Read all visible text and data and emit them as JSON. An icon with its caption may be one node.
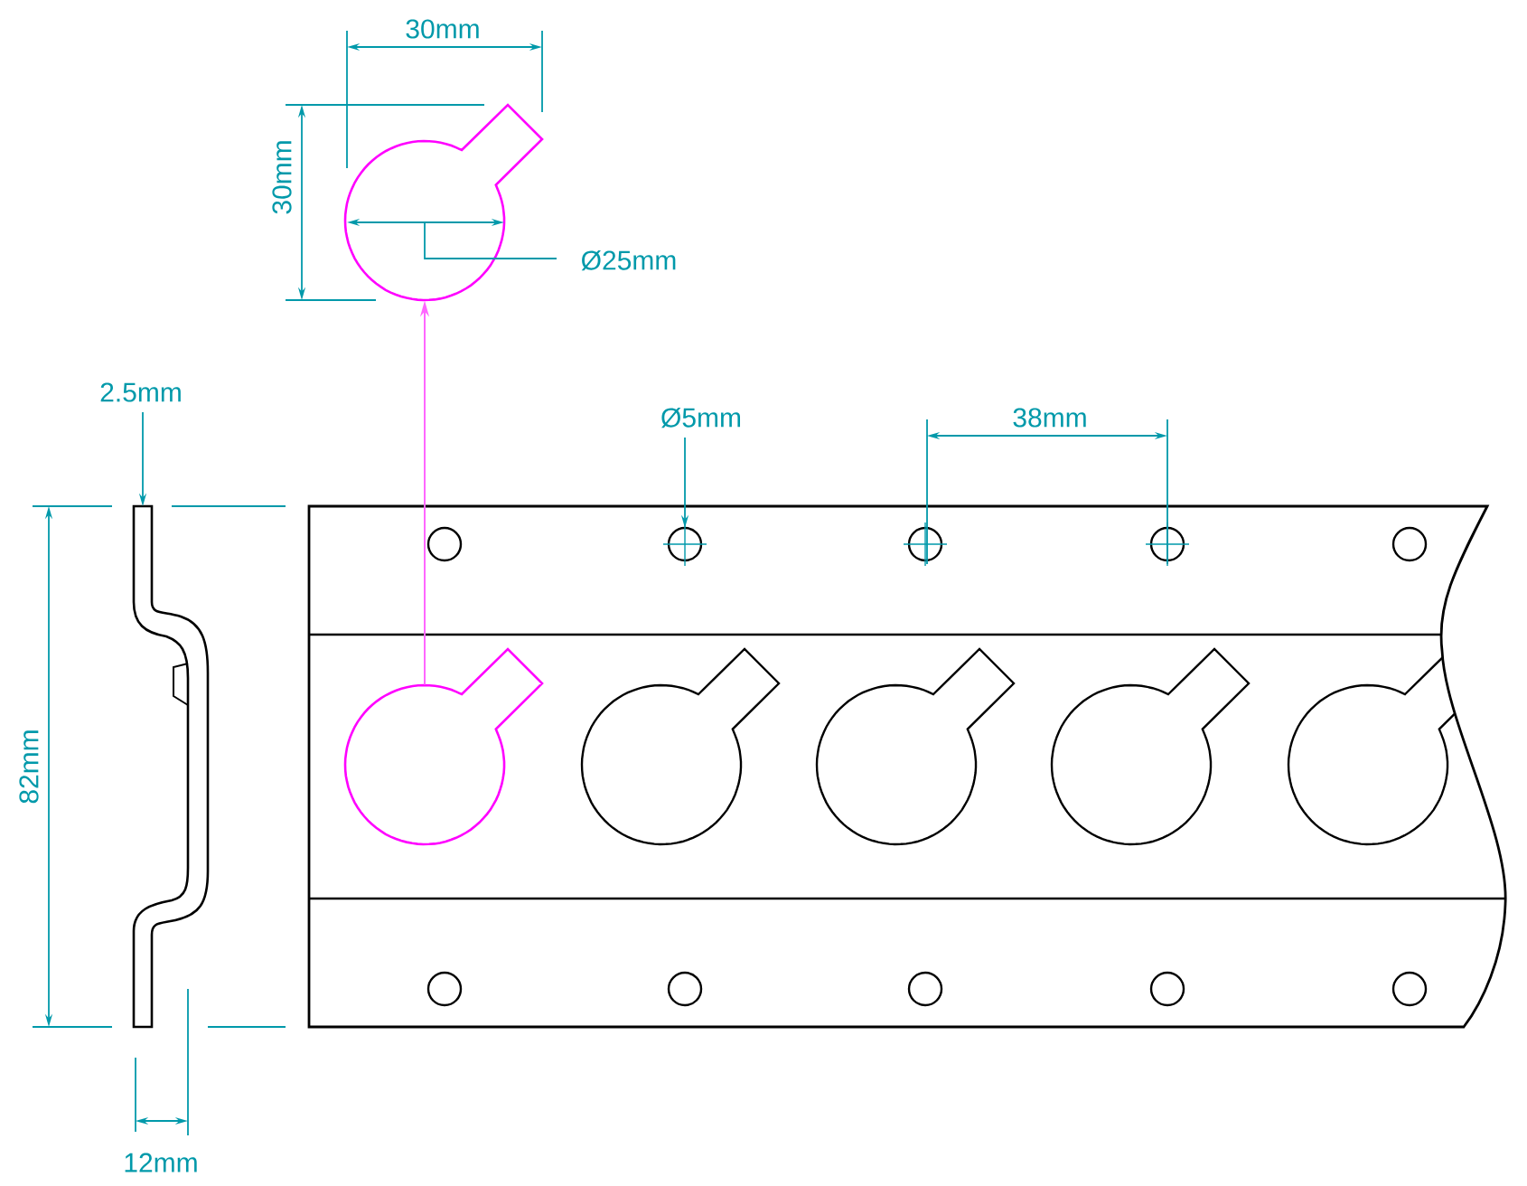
{
  "diagram": {
    "nodes": [
      {
        "text": [],
        "shape": "keyhole"
      },
      {
        "text": [],
        "shape": "keyhole"
      }
    ],
    "edges": [
      {
        "from": 1,
        "to": 0,
        "arrow": "to",
        "color": "#ff66ff"
      }
    ],
    "labels": [
      "30mm",
      "30mm",
      "Ø25mm",
      "2.5mm",
      "Ø5mm",
      "38mm",
      "82mm",
      "12mm"
    ]
  }
}
